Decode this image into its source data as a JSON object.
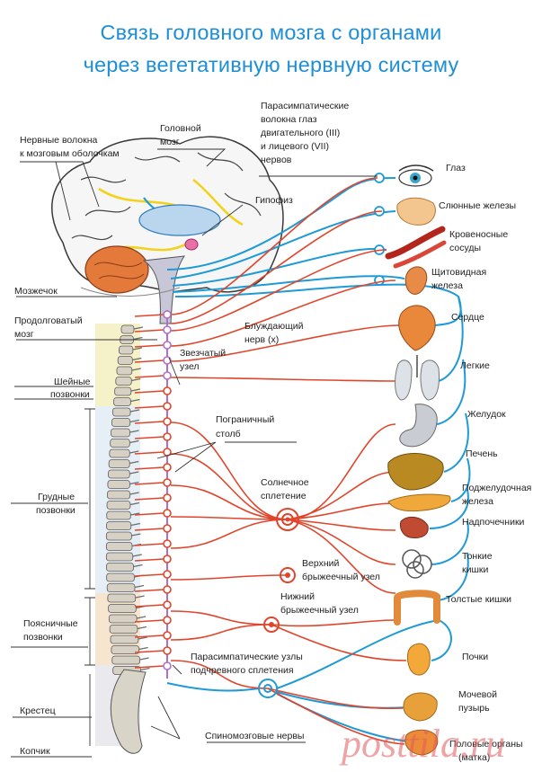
{
  "title": {
    "line1": "Связь головного мозга с органами",
    "line2": "через вегетативную нервную систему"
  },
  "labels": {
    "nerve_fibers_1": "Нервные волокна",
    "nerve_fibers_2": "к мозговым оболочкам",
    "brain_1": "Головной",
    "brain_2": "мозг",
    "parasym_1": "Парасимпатические",
    "parasym_2": "волокна глаз",
    "parasym_3": "двигательного (III)",
    "parasym_4": "и лицевого (VII)",
    "parasym_5": "нервов",
    "hypophysis": "Гипофиз",
    "cerebellum": "Мозжечок",
    "medulla_1": "Продолговатый",
    "medulla_2": "мозг",
    "vagus_1": "Блуждающий",
    "vagus_2": "нерв (x)",
    "cervical_1": "Шейные",
    "cervical_2": "позвонки",
    "stellate_1": "Звезчатый",
    "stellate_2": "узел",
    "border_1": "Пограничный",
    "border_2": "столб",
    "thoracic_1": "Грудные",
    "thoracic_2": "позвонки",
    "solar_1": "Солнечное",
    "solar_2": "сплетение",
    "upper_mes_1": "Верхний",
    "upper_mes_2": "брыжеечный узел",
    "lower_mes_1": "Нижний",
    "lower_mes_2": "брыжеечный узел",
    "lumbar_1": "Поясничные",
    "lumbar_2": "позвонки",
    "hypogastric_1": "Парасимпатические узлы",
    "hypogastric_2": "подчревного сплетения",
    "sacrum": "Крестец",
    "spinal_nerves": "Спиномозговые нервы",
    "coccyx": "Копчик"
  },
  "organs": {
    "eye": "Глаз",
    "salivary": "Слюнные железы",
    "vessels_1": "Кровеносные",
    "vessels_2": "сосуды",
    "thyroid_1": "Щитовидная",
    "thyroid_2": "железа",
    "heart": "Сердце",
    "lungs": "Легкие",
    "stomach": "Желудок",
    "liver": "Печень",
    "pancreas_1": "Поджелудочная",
    "pancreas_2": "железа",
    "adrenal": "Надпочечники",
    "small_int_1": "Тонкие",
    "small_int_2": "кишки",
    "large_int": "Толстые кишки",
    "kidneys": "Почки",
    "bladder_1": "Мочевой",
    "bladder_2": "пузырь",
    "genital_1": "Половые органы",
    "genital_2": "(матка)"
  },
  "watermark": "posttila.ru",
  "colors": {
    "title": "#1e8fd6",
    "sympathetic": "#e0452b",
    "parasympathetic": "#1e9ad6",
    "ganglion": "#b06fc7"
  }
}
